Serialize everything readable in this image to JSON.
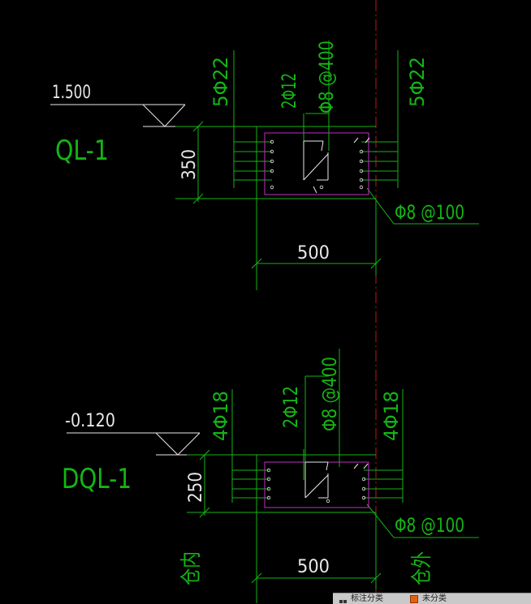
{
  "colors": {
    "background": "#000000",
    "green": "#15b515",
    "white": "#e8e8e8",
    "magenta": "#c030c0",
    "red_axis": "#c01818"
  },
  "ql1": {
    "elevation": "1.500",
    "name": "QL-1",
    "height": "350",
    "width": "500",
    "left_rebar": "5Φ22",
    "mid_rebar": "2Φ12",
    "tie_top": "Φ8 @400",
    "right_rebar": "5Φ22",
    "stirrup": "Φ8 @100"
  },
  "dql1": {
    "elevation": "-0.120",
    "name": "DQL-1",
    "height": "250",
    "width": "500",
    "left_rebar": "4Φ18",
    "mid_rebar": "2Φ12",
    "tie_top": "Φ8 @400",
    "right_rebar": "4Φ18",
    "stirrup": "Φ8 @100"
  },
  "labels": {
    "inside": "仓内",
    "outside": "仓外"
  },
  "statusbar": {
    "item1": "标注分类",
    "item2": "未分类"
  }
}
